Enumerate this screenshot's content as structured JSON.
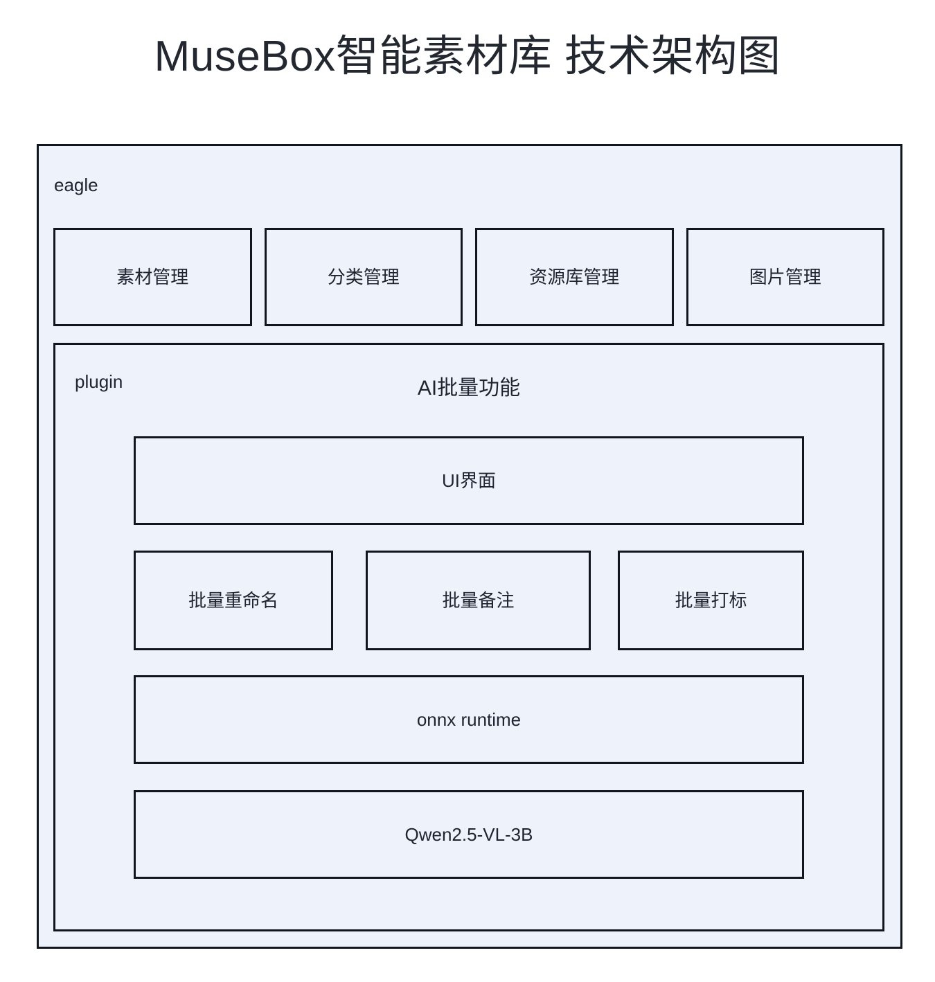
{
  "title": "MuseBox智能素材库 技术架构图",
  "colors": {
    "page_background": "#ffffff",
    "box_fill": "#edf2fb",
    "box_border": "#11151c",
    "text": "#1f2430"
  },
  "eagle": {
    "label": "eagle",
    "modules": [
      {
        "label": "素材管理"
      },
      {
        "label": "分类管理"
      },
      {
        "label": "资源库管理"
      },
      {
        "label": "图片管理"
      }
    ],
    "plugin": {
      "label": "plugin",
      "title": "AI批量功能",
      "ui_layer": {
        "label": "UI界面"
      },
      "batch_operations": [
        {
          "label": "批量重命名"
        },
        {
          "label": "批量备注"
        },
        {
          "label": "批量打标"
        }
      ],
      "runtime_layer": {
        "label": "onnx runtime"
      },
      "model_layer": {
        "label": "Qwen2.5-VL-3B"
      }
    }
  }
}
